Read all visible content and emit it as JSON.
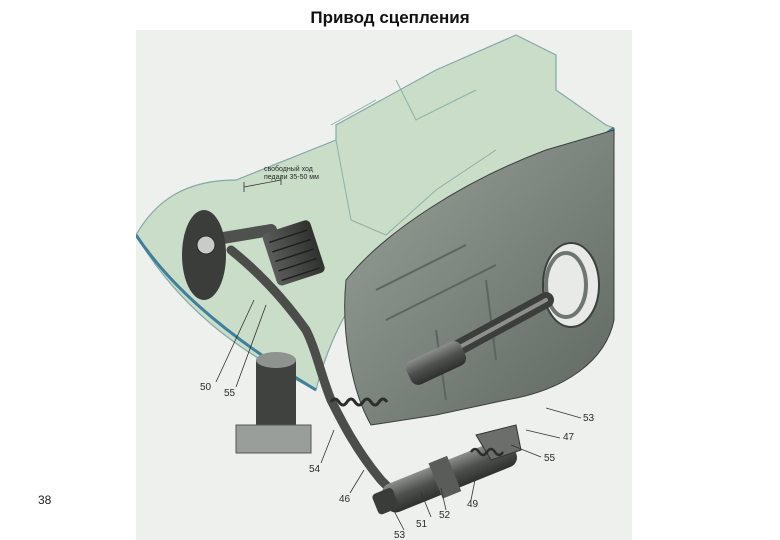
{
  "slide": {
    "title": "Привод сцепления",
    "page_number": "38"
  },
  "figure": {
    "annotation": {
      "line1": "свободный ход",
      "line2": "педали 35-50 мм"
    },
    "callouts": {
      "c50": "50",
      "c55_left": "55",
      "c54": "54",
      "c46": "46",
      "c53_bottom": "53",
      "c51": "51",
      "c52": "52",
      "c49": "49",
      "c55_right": "55",
      "c47": "47",
      "c53_right": "53"
    }
  }
}
